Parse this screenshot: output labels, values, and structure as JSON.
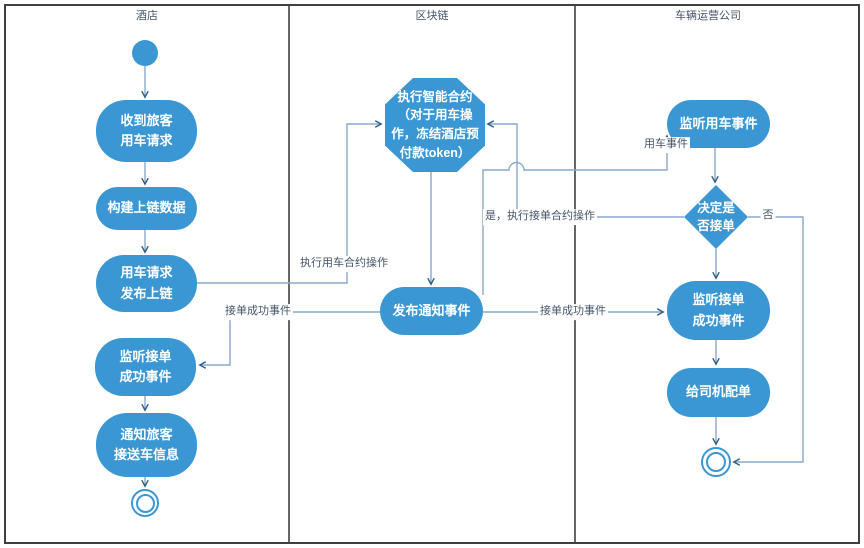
{
  "lanes": [
    {
      "title": "酒店"
    },
    {
      "title": "区块链"
    },
    {
      "title": "车辆运营公司"
    }
  ],
  "nodes": {
    "receive_request": "收到旅客\n用车请求",
    "build_chain_data": "构建上链数据",
    "publish_request": "用车请求\n发布上链",
    "hotel_listen_success": "监听接单\n成功事件",
    "notify_passenger": "通知旅客\n接送车信息",
    "exec_smart_contract": "执行智能合约\n（对于用车操\n作，冻结酒店预\n付款token）",
    "publish_notify": "发布通知事件",
    "listen_car_event": "监听用车事件",
    "decide_accept": "决定是\n否接单",
    "company_listen_success": "监听接单\n成功事件",
    "assign_driver": "给司机配单"
  },
  "edge_labels": {
    "exec_car_contract": "执行用车合约操作",
    "order_success_left": "接单成功事件",
    "order_success_right": "接单成功事件",
    "car_event": "用车事件",
    "yes_exec_accept": "是，执行接单合约操作",
    "no": "否"
  },
  "colors": {
    "node_fill": "#3B97D3",
    "node_text": "#FFFFFF",
    "connector": "#8AA9CB",
    "arrowhead": "#2E5F83",
    "label_text": "#44546A",
    "lane_border": "#404040"
  }
}
